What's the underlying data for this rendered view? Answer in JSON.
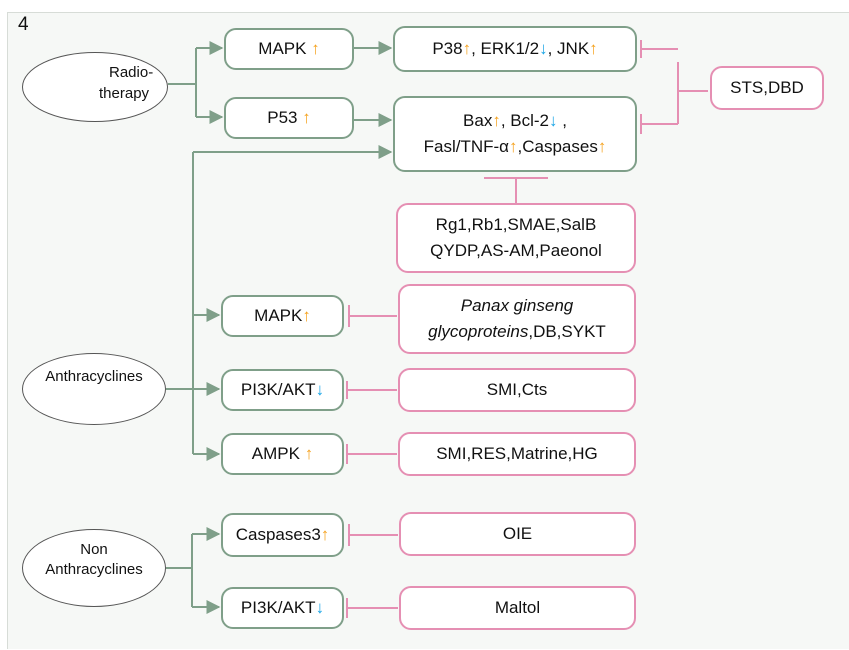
{
  "panel_label": "4",
  "arrows": {
    "up": "↑",
    "down": "↓"
  },
  "colors": {
    "connector": "#7f9f89",
    "inhibitor": "#e58fb3",
    "up_arrow": "#f5a11c",
    "down_arrow": "#1aa5e6"
  },
  "sources": {
    "radiotherapy": [
      "Radio-",
      "therapy"
    ],
    "anthracyclines": "Anthracyclines",
    "non_anthracyclines": [
      "Non",
      "Anthracyclines"
    ]
  },
  "pathways": {
    "mapk_top": {
      "label": "MAPK",
      "direction": "up"
    },
    "p53": {
      "label": "P53",
      "direction": "up"
    },
    "p38": {
      "p38": "P38",
      "erk": ", ERK1/2",
      "jnk": ", JNK"
    },
    "apoptosis": {
      "bax": "Bax",
      "bcl2": ", Bcl-2",
      "comma": " ,",
      "fasl": "Fasl/TNF-α",
      "caspases": ",Caspases"
    },
    "mapk_mid": {
      "label": "MAPK",
      "direction": "up"
    },
    "pi3k_mid": {
      "label": "PI3K/AKT",
      "direction": "down"
    },
    "ampk": {
      "label": "AMPK",
      "direction": "up"
    },
    "caspases3": {
      "label": "Caspases3",
      "direction": "up"
    },
    "pi3k_bottom": {
      "label": "PI3K/AKT",
      "direction": "down"
    }
  },
  "inhibitors": {
    "sts": "STS,DBD",
    "rg1": [
      "Rg1,Rb1,SMAE,SalB",
      "QYDP,AS-AM,Paeonol"
    ],
    "panax": {
      "italic_1": "Panax ginseng",
      "italic_2": "glycoproteins",
      "rest_2": ",DB,SYKT"
    },
    "smi_cts": "SMI,Cts",
    "smi_res": "SMI,RES,Matrine,HG",
    "oie": "OIE",
    "maltol": "Maltol"
  }
}
